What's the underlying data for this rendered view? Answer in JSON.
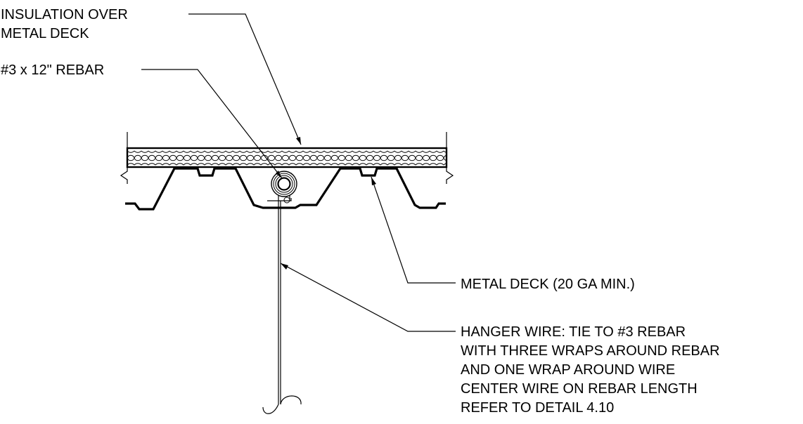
{
  "labels": {
    "insulation": [
      "INSULATION OVER",
      "METAL DECK"
    ],
    "rebar": [
      "#3 x 12\" REBAR"
    ],
    "metal_deck": [
      "METAL DECK (20 GA MIN.)"
    ],
    "hanger_wire": [
      "HANGER WIRE: TIE TO #3 REBAR",
      "WITH THREE WRAPS AROUND REBAR",
      "AND ONE WRAP AROUND WIRE",
      "CENTER WIRE ON REBAR LENGTH",
      "REFER TO DETAIL 4.10"
    ]
  }
}
